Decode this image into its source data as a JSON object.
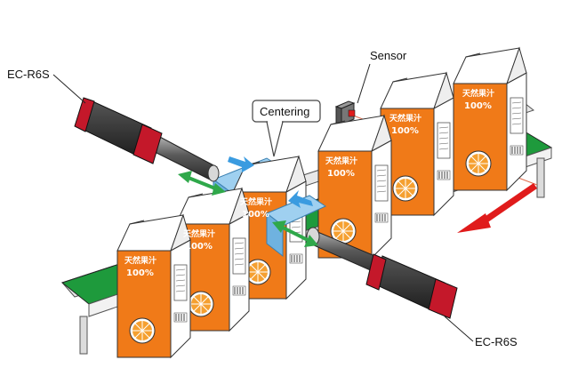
{
  "labels": {
    "motor_left": "EC-R6S",
    "motor_right": "EC-R6S",
    "sensor": "Sensor",
    "centering": "Centering"
  },
  "carton": {
    "brand": "天然果汁",
    "percent": "100%"
  },
  "colors": {
    "belt": "#1e9a3c",
    "carton_front": "#f07a18",
    "carton_side": "#ffffff",
    "motor_body": "#2a2a2a",
    "motor_cap": "#c4182a",
    "pusher": "#8ec6ea",
    "flow_arrow": "#e01b1b",
    "push_arrow": "#3a9be0",
    "move_arrow": "#2fa84a"
  },
  "icons": {
    "flow": "red-arrow-left-icon",
    "push": "blue-arrow-icon",
    "move": "green-double-arrow-icon"
  }
}
